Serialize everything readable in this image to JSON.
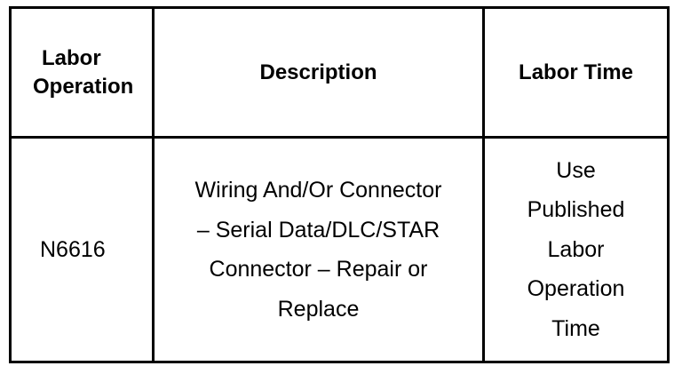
{
  "table": {
    "headers": {
      "labor_operation": [
        "Labor",
        "Operation"
      ],
      "description": "Description",
      "labor_time": "Labor Time"
    },
    "rows": [
      {
        "labor_operation": "N6616",
        "description_lines": [
          "Wiring And/Or Connector",
          "– Serial Data/DLC/STAR",
          "Connector – Repair or",
          "Replace"
        ],
        "labor_time_lines": [
          "Use",
          "Published",
          "Labor",
          "Operation",
          "Time"
        ]
      }
    ]
  }
}
